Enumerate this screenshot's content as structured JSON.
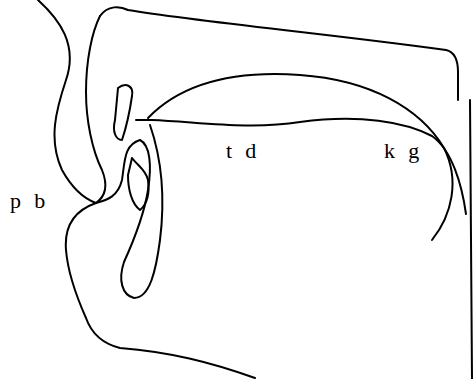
{
  "diagram": {
    "labels": [
      "p b",
      "t d",
      "k g"
    ]
  }
}
